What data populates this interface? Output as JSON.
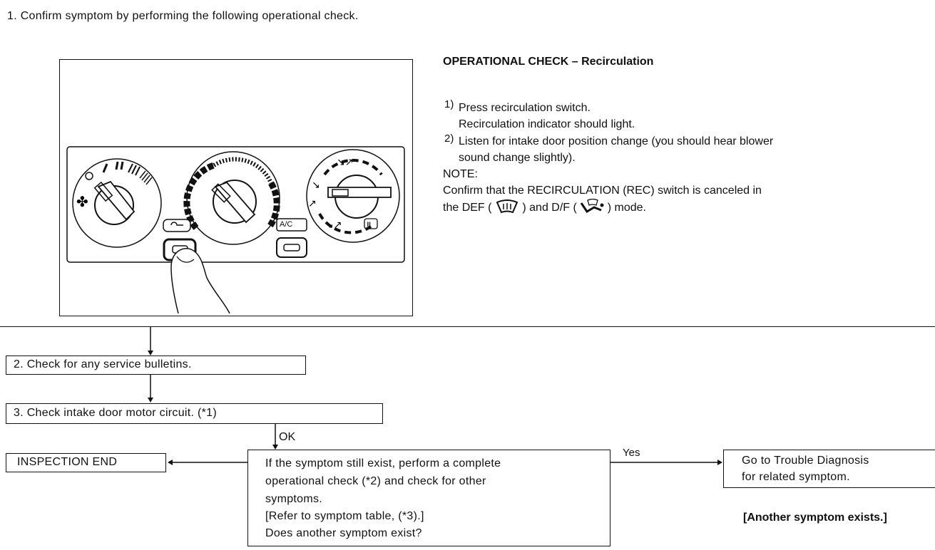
{
  "step1": {
    "label": "1. Confirm symptom by performing the following operational check."
  },
  "operational_check": {
    "title": "OPERATIONAL CHECK – Recirculation",
    "item1_num": "1)",
    "item1_line1": "Press recirculation switch.",
    "item1_line2": "Recirculation indicator should light.",
    "item2_num": "2)",
    "item2_line1": "Listen for intake door position change (you should hear blower",
    "item2_line2": "sound change slightly).",
    "note_label": "NOTE:",
    "note_line1": "Confirm that the RECIRCULATION (REC) switch is canceled in",
    "note_line2_a": "the DEF (",
    "note_line2_b": ") and D/F (",
    "note_line2_c": ") mode."
  },
  "panel": {
    "ac_label": "A/C"
  },
  "step2": {
    "label": "2. Check for any service bulletins."
  },
  "step3": {
    "label": "3. Check intake door motor circuit. (*1)"
  },
  "ok_label": "OK",
  "inspection_end": {
    "label": "INSPECTION END"
  },
  "decision": {
    "line1": "If the symptom still exist, perform a complete",
    "line2": "operational check (*2) and check for other",
    "line3": "symptoms.",
    "line4": "[Refer to symptom table, (*3).]",
    "line5": "Does another symptom exist?"
  },
  "yes_label": "Yes",
  "goto": {
    "line1": "Go to Trouble Diagnosis",
    "line2": "for related symptom."
  },
  "another_symptom": "[Another symptom exists.]"
}
